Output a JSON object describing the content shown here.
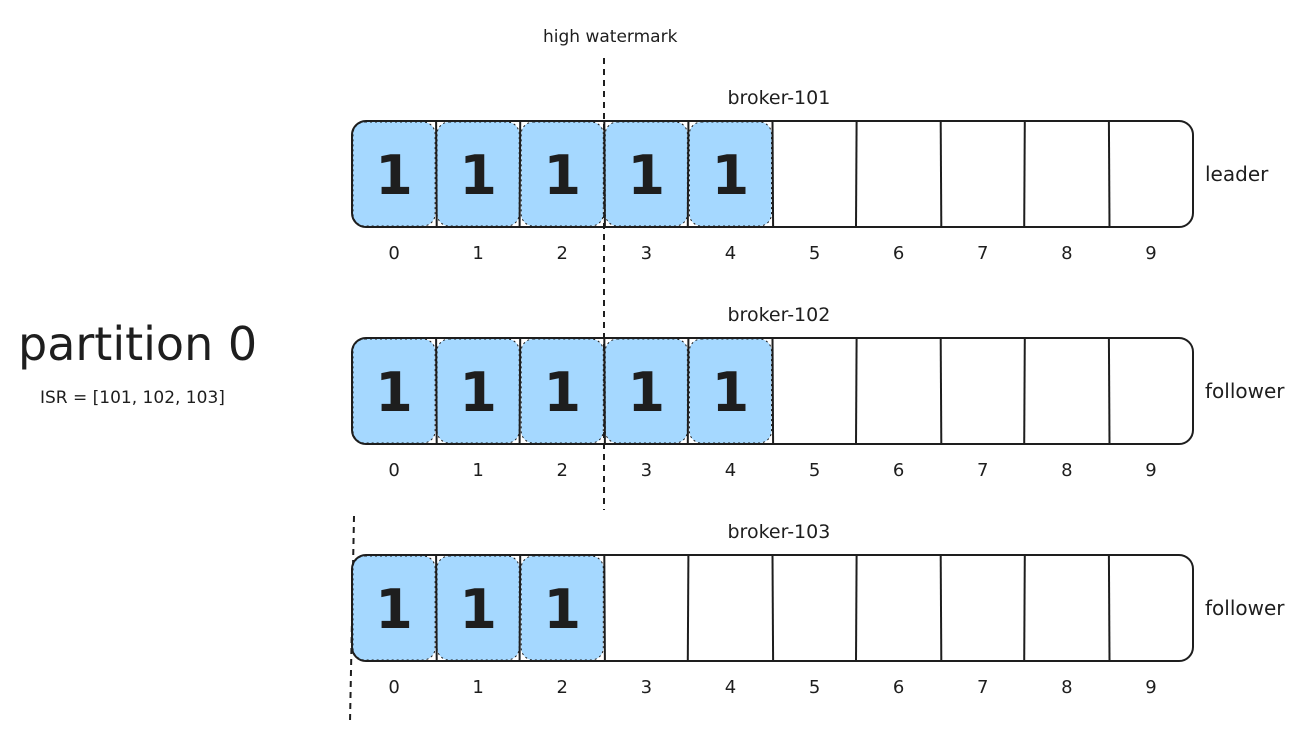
{
  "diagram": {
    "title": "partition 0",
    "isr": "ISR = [101, 102, 103]",
    "high_watermark_label": "high watermark",
    "fill_color": "#a5d8ff",
    "stroke_color": "#1e1e1e",
    "brokers": [
      {
        "name": "broker-101",
        "role": "leader",
        "filled_count": 5,
        "cell_value": "1",
        "offsets": [
          "0",
          "1",
          "2",
          "3",
          "4",
          "5",
          "6",
          "7",
          "8",
          "9"
        ]
      },
      {
        "name": "broker-102",
        "role": "follower",
        "filled_count": 5,
        "cell_value": "1",
        "offsets": [
          "0",
          "1",
          "2",
          "3",
          "4",
          "5",
          "6",
          "7",
          "8",
          "9"
        ]
      },
      {
        "name": "broker-103",
        "role": "follower",
        "filled_count": 3,
        "cell_value": "1",
        "offsets": [
          "0",
          "1",
          "2",
          "3",
          "4",
          "5",
          "6",
          "7",
          "8",
          "9"
        ]
      }
    ]
  }
}
